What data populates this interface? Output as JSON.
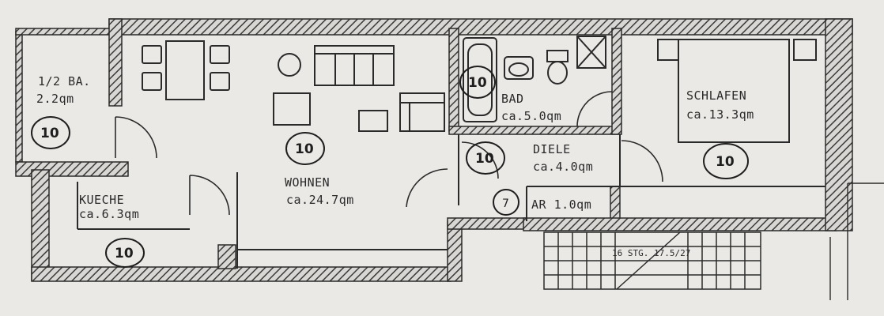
{
  "colors": {
    "paper": "#ebe9e6",
    "ink": "#2a2a2a",
    "wall_hatch": "#3a3a3a"
  },
  "rooms": [
    {
      "id": "half-bath",
      "name": "1/2 BA.",
      "area": "2.2qm",
      "marker": "10"
    },
    {
      "id": "kitchen",
      "name": "KUECHE",
      "area": "ca.6.3qm",
      "marker": "10"
    },
    {
      "id": "living",
      "name": "WOHNEN",
      "area": "ca.24.7qm",
      "marker": "10"
    },
    {
      "id": "bath",
      "name": "BAD",
      "area": "ca.5.0qm",
      "marker": "10"
    },
    {
      "id": "hall",
      "name": "DIELE",
      "area": "ca.4.0qm",
      "marker": "10"
    },
    {
      "id": "storage",
      "name": "AR 1.0qm",
      "area": "",
      "marker": "7"
    },
    {
      "id": "bedroom",
      "name": "SCHLAFEN",
      "area": "ca.13.3qm",
      "marker": "10"
    }
  ],
  "stairs": {
    "label": "16 STG. 17.5/27"
  }
}
